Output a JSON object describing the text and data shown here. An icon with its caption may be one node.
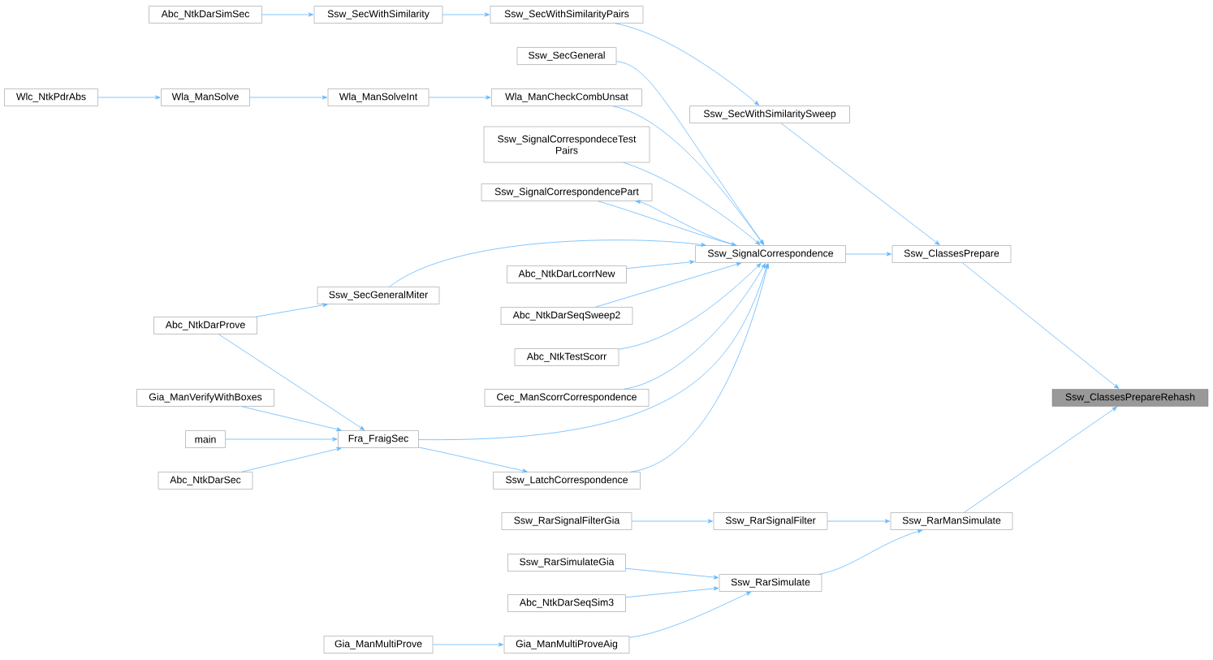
{
  "diagram": {
    "nodes": [
      {
        "text": [
          "Abc_NtkDarSimSec"
        ]
      },
      {
        "text": [
          "Ssw_SecWithSimilarity"
        ]
      },
      {
        "text": [
          "Ssw_SecWithSimilarityPairs"
        ]
      },
      {
        "text": [
          "Ssw_SecGeneral"
        ]
      },
      {
        "text": [
          "Wlc_NtkPdrAbs"
        ]
      },
      {
        "text": [
          "Wla_ManSolve"
        ]
      },
      {
        "text": [
          "Wla_ManSolveInt"
        ]
      },
      {
        "text": [
          "Wla_ManCheckCombUnsat"
        ]
      },
      {
        "text": [
          "Ssw_SecWithSimilaritySweep"
        ]
      },
      {
        "text": [
          "Ssw_SignalCorrespondeceTest Pairs"
        ]
      },
      {
        "text": [
          "Ssw_SignalCorrespondencePart"
        ]
      },
      {
        "text": [
          "Ssw_SignalCorrespondence"
        ]
      },
      {
        "text": [
          "Ssw_ClassesPrepare"
        ]
      },
      {
        "text": [
          "Abc_NtkDarLcorrNew"
        ]
      },
      {
        "text": [
          "Ssw_SecGeneralMiter"
        ]
      },
      {
        "text": [
          "Abc_NtkDarSeqSweep2"
        ]
      },
      {
        "text": [
          "Abc_NtkDarProve"
        ]
      },
      {
        "text": [
          "Abc_NtkTestScorr"
        ]
      },
      {
        "text": [
          "Gia_ManVerifyWithBoxes"
        ]
      },
      {
        "text": [
          "Cec_ManScorrCorrespondence"
        ]
      },
      {
        "text": [
          "Ssw_ClassesPrepareRehash"
        ]
      },
      {
        "text": [
          "main"
        ]
      },
      {
        "text": [
          "Fra_FraigSec"
        ]
      },
      {
        "text": [
          "Abc_NtkDarSec"
        ]
      },
      {
        "text": [
          "Ssw_LatchCorrespondence"
        ]
      },
      {
        "text": [
          "Ssw_RarSignalFilterGia"
        ]
      },
      {
        "text": [
          "Ssw_RarSignalFilter"
        ]
      },
      {
        "text": [
          "Ssw_RarManSimulate"
        ]
      },
      {
        "text": [
          "Ssw_RarSimulateGia"
        ]
      },
      {
        "text": [
          "Ssw_RarSimulate"
        ]
      },
      {
        "text": [
          "Abc_NtkDarSeqSim3"
        ]
      },
      {
        "text": [
          "Gia_ManMultiProve"
        ]
      },
      {
        "text": [
          "Gia_ManMultiProveAig"
        ]
      }
    ],
    "edges": [
      {
        "from": 0,
        "to": 1,
        "arrow": "to"
      },
      {
        "from": 1,
        "to": 2,
        "arrow": "to"
      },
      {
        "from": 2,
        "to": 8,
        "arrow": "to"
      },
      {
        "from": 8,
        "to": 12,
        "arrow": "to"
      },
      {
        "from": 12,
        "to": 20,
        "arrow": "to"
      },
      {
        "from": 3,
        "to": 11,
        "arrow": "to"
      },
      {
        "from": 4,
        "to": 5,
        "arrow": "to"
      },
      {
        "from": 5,
        "to": 6,
        "arrow": "to"
      },
      {
        "from": 6,
        "to": 7,
        "arrow": "to"
      },
      {
        "from": 7,
        "to": 11,
        "arrow": "to"
      },
      {
        "from": 9,
        "to": 11,
        "arrow": "to"
      },
      {
        "from": 10,
        "to": 11,
        "arrow": "to"
      },
      {
        "from": 11,
        "to": 10,
        "arrow": "to"
      },
      {
        "from": 11,
        "to": 12,
        "arrow": "to"
      },
      {
        "from": 13,
        "to": 11,
        "arrow": "to"
      },
      {
        "from": 14,
        "to": 11,
        "arrow": "to"
      },
      {
        "from": 15,
        "to": 11,
        "arrow": "to"
      },
      {
        "from": 17,
        "to": 11,
        "arrow": "to"
      },
      {
        "from": 19,
        "to": 11,
        "arrow": "to"
      },
      {
        "from": 22,
        "to": 11,
        "arrow": "to"
      },
      {
        "from": 24,
        "to": 11,
        "arrow": "to"
      },
      {
        "from": 16,
        "to": 14,
        "arrow": "to"
      },
      {
        "from": 16,
        "to": 22,
        "arrow": "to"
      },
      {
        "from": 18,
        "to": 22,
        "arrow": "to"
      },
      {
        "from": 21,
        "to": 22,
        "arrow": "to"
      },
      {
        "from": 23,
        "to": 22,
        "arrow": "to"
      },
      {
        "from": 22,
        "to": 24,
        "arrow": "to"
      },
      {
        "from": 25,
        "to": 26,
        "arrow": "to"
      },
      {
        "from": 26,
        "to": 27,
        "arrow": "to"
      },
      {
        "from": 27,
        "to": 20,
        "arrow": "to"
      },
      {
        "from": 28,
        "to": 29,
        "arrow": "to"
      },
      {
        "from": 30,
        "to": 29,
        "arrow": "to"
      },
      {
        "from": 31,
        "to": 32,
        "arrow": "to"
      },
      {
        "from": 32,
        "to": 29,
        "arrow": "to"
      },
      {
        "from": 29,
        "to": 27,
        "arrow": "to"
      }
    ]
  }
}
